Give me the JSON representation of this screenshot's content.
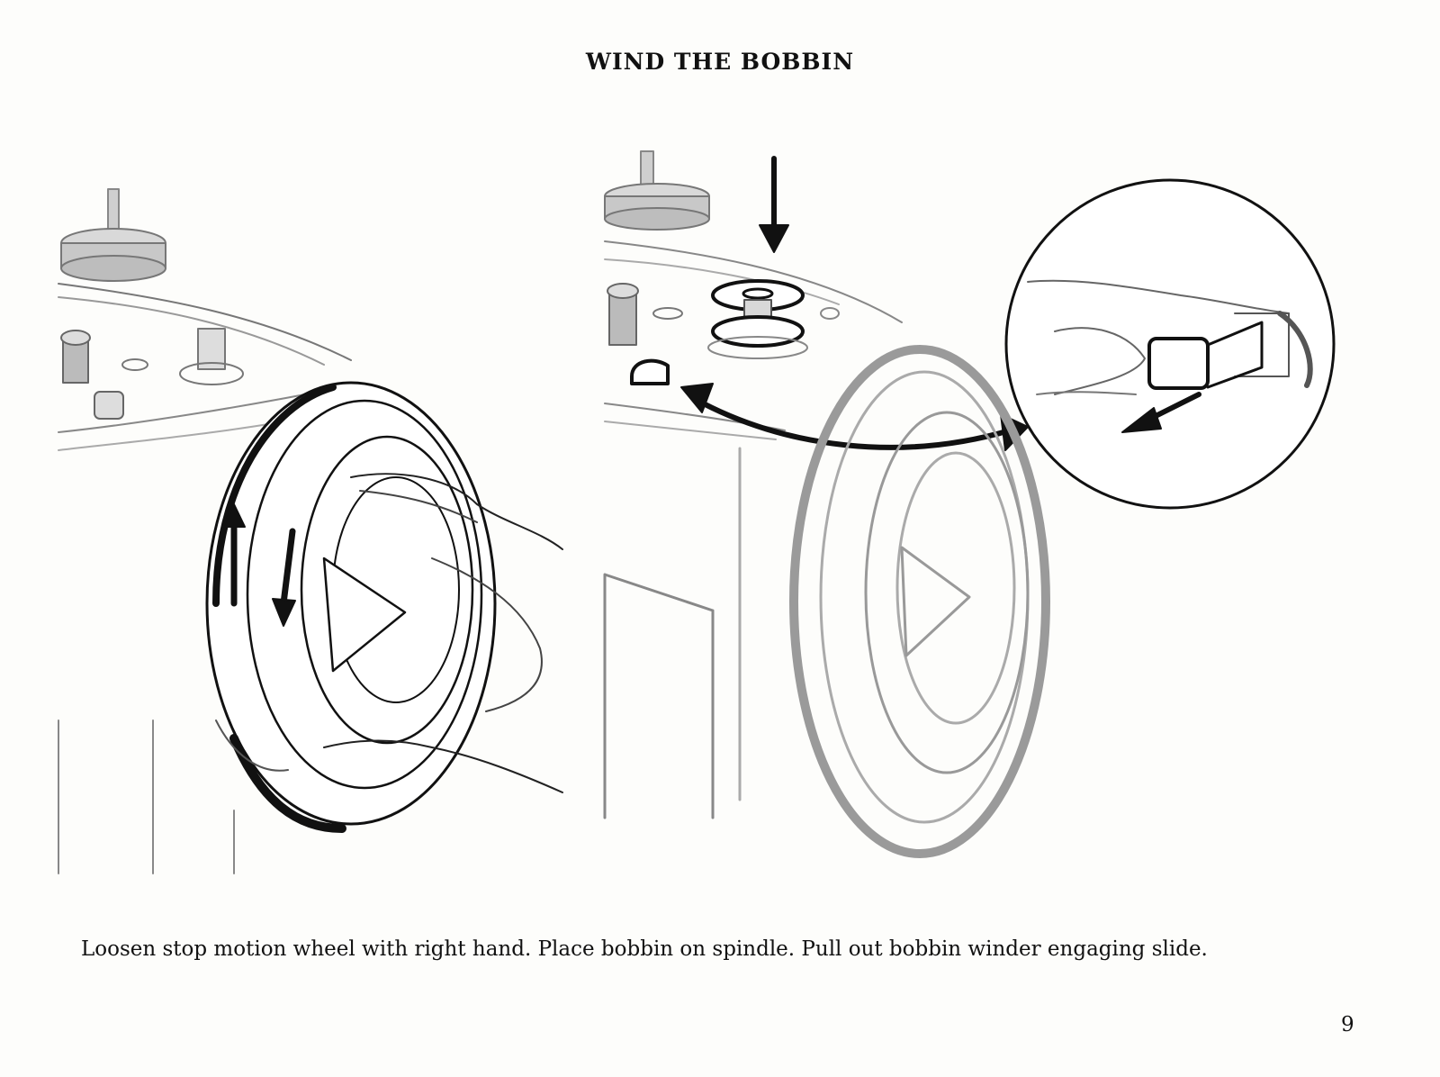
{
  "document": {
    "title": "WIND THE BOBBIN",
    "caption": "Loosen stop motion wheel with right hand. Place bobbin on spindle. Pull out bobbin winder engaging slide.",
    "page_number": "9"
  },
  "illustrations": {
    "left": {
      "icon": "handwheel-hand-icon"
    },
    "right": {
      "icon": "bobbin-winder-icon"
    },
    "detail": {
      "icon": "engaging-slide-detail-icon"
    }
  },
  "colors": {
    "ink": "#111111",
    "shade": "#9a9a9a",
    "paper": "#fdfdfb"
  }
}
